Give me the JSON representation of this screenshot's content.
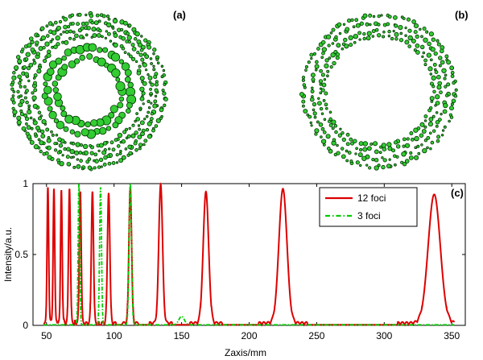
{
  "panels": {
    "a": "(a)",
    "b": "(b)",
    "c": "(c)"
  },
  "colors": {
    "dot_fill": "#33cc33",
    "dot_edge": "#003300",
    "red_series": "#dd0000",
    "green_series": "#00cc00"
  },
  "chart_data": [
    {
      "type": "scatter",
      "panel": "(a)",
      "description_rings": [
        {
          "radius_frac": 0.93,
          "count": 130,
          "size": "small"
        },
        {
          "radius_frac": 0.84,
          "count": 115,
          "size": "small"
        },
        {
          "radius_frac": 0.76,
          "count": 100,
          "size": "small"
        },
        {
          "radius_frac": 0.67,
          "count": 90,
          "size": "small"
        },
        {
          "radius_frac": 0.52,
          "count": 42,
          "size": "large"
        },
        {
          "radius_frac": 0.4,
          "count": 32,
          "size": "large"
        }
      ]
    },
    {
      "type": "scatter",
      "panel": "(b)",
      "description_rings": [
        {
          "radius_frac": 0.96,
          "count": 110,
          "size": "small"
        },
        {
          "radius_frac": 0.86,
          "count": 95,
          "size": "small"
        },
        {
          "radius_frac": 0.76,
          "count": 78,
          "size": "small"
        },
        {
          "radius_frac": 0.69,
          "count": 70,
          "size": "small"
        }
      ]
    },
    {
      "type": "line",
      "panel": "(c)",
      "xlabel": "Zaxis/mm",
      "ylabel": "Intensity/a.u.",
      "xlim": [
        40,
        360
      ],
      "ylim": [
        0,
        1
      ],
      "xticks": [
        50,
        100,
        150,
        200,
        250,
        300,
        350
      ],
      "yticks": [
        0,
        0.5,
        1
      ],
      "ytick_labels": [
        "0",
        "0.5",
        "1"
      ],
      "legend_position": "top-right",
      "series": [
        {
          "name": "12 foci",
          "style": "solid",
          "peaks": [
            {
              "x": 51,
              "height": 0.97,
              "width": 0.6
            },
            {
              "x": 55.5,
              "height": 0.96,
              "width": 0.6
            },
            {
              "x": 61,
              "height": 0.95,
              "width": 0.6
            },
            {
              "x": 67,
              "height": 0.96,
              "width": 0.7
            },
            {
              "x": 75,
              "height": 0.94,
              "width": 0.7
            },
            {
              "x": 84,
              "height": 0.94,
              "width": 0.8
            },
            {
              "x": 96,
              "height": 0.93,
              "width": 0.9
            },
            {
              "x": 112,
              "height": 0.97,
              "width": 1.0
            },
            {
              "x": 134.5,
              "height": 0.99,
              "width": 1.4
            },
            {
              "x": 168,
              "height": 0.94,
              "width": 2.0
            },
            {
              "x": 225,
              "height": 0.96,
              "width": 3.0
            },
            {
              "x": 337,
              "height": 0.92,
              "width": 4.5
            }
          ]
        },
        {
          "name": "3 foci",
          "style": "dash-dot",
          "peaks": [
            {
              "x": 74,
              "height": 1.0,
              "width": 0.6
            },
            {
              "x": 90,
              "height": 0.97,
              "width": 0.7
            },
            {
              "x": 112,
              "height": 1.0,
              "width": 0.9
            },
            {
              "x": 150,
              "height": 0.06,
              "width": 2.0
            }
          ]
        }
      ]
    }
  ]
}
